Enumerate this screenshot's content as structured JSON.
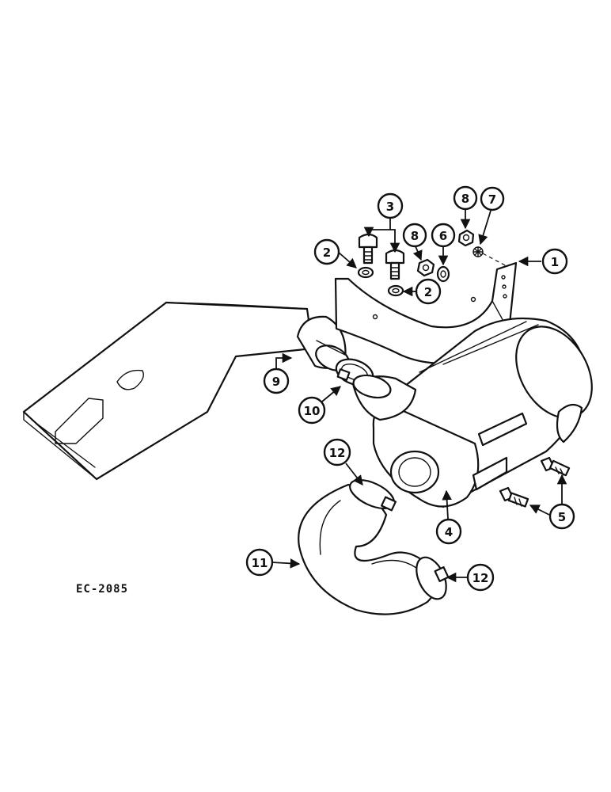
{
  "figure": {
    "code": "EC-2085"
  },
  "callouts": [
    {
      "id": "c1",
      "label": "1"
    },
    {
      "id": "c2a",
      "label": "2"
    },
    {
      "id": "c2b",
      "label": "2"
    },
    {
      "id": "c3",
      "label": "3"
    },
    {
      "id": "c4",
      "label": "4"
    },
    {
      "id": "c5",
      "label": "5"
    },
    {
      "id": "c6",
      "label": "6"
    },
    {
      "id": "c7",
      "label": "7"
    },
    {
      "id": "c8a",
      "label": "8"
    },
    {
      "id": "c8b",
      "label": "8"
    },
    {
      "id": "c9",
      "label": "9"
    },
    {
      "id": "c10",
      "label": "10"
    },
    {
      "id": "c11",
      "label": "11"
    },
    {
      "id": "c12a",
      "label": "12"
    },
    {
      "id": "c12b",
      "label": "12"
    }
  ]
}
